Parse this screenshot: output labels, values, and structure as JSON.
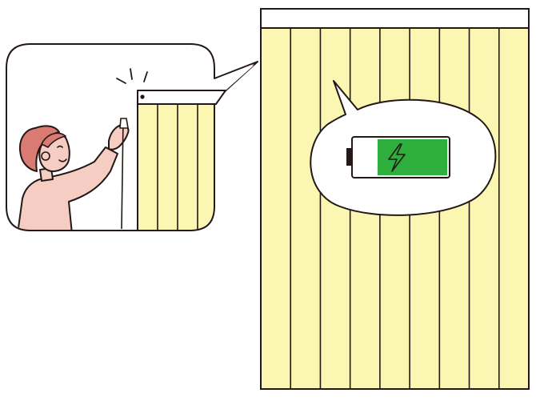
{
  "scene": {
    "large_blind": {
      "slat_count": 9,
      "color": "#fcf6b3"
    },
    "small_blind": {
      "slat_count": 4,
      "color": "#fcf6b3"
    },
    "battery": {
      "level": 0.75,
      "fill_color": "#2eaf3d",
      "state": "charging",
      "icon": "lightning-bolt-icon"
    },
    "person": {
      "skin_color": "#f6cdc2",
      "hair_color": "#d97a73",
      "shirt_color": "#f6cdc2"
    },
    "outline_color": "#231815"
  }
}
